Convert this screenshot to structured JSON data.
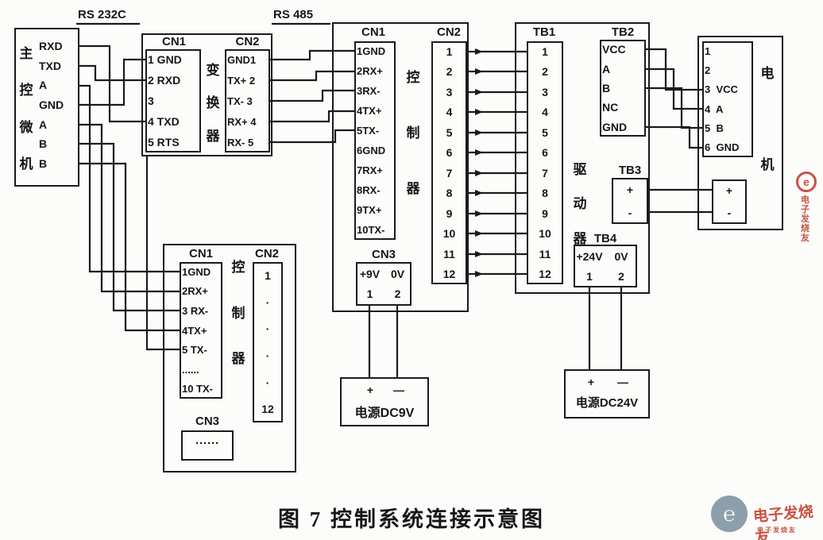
{
  "figure": {
    "title": "图 7    控制系统连接示意图"
  },
  "bus_labels": {
    "rs232c": "RS 232C",
    "rs485": "RS 485"
  },
  "computer": {
    "name_chars": [
      "主",
      "控",
      "微",
      "机"
    ],
    "pins": [
      "RXD",
      "TXD",
      "A",
      "GND",
      "A",
      "B",
      "B"
    ]
  },
  "converter": {
    "cn1": "CN1",
    "cn2": "CN2",
    "name_chars": [
      "变",
      "换",
      "器"
    ],
    "cn1_pins": [
      "1 GND",
      "2 RXD",
      "3",
      "4 TXD",
      "5 RTS"
    ],
    "cn2_pins": [
      "GND1",
      "TX+ 2",
      "TX- 3",
      "RX+ 4",
      "RX- 5"
    ]
  },
  "controller1": {
    "cn1": "CN1",
    "cn2": "CN2",
    "cn3": "CN3",
    "name_chars": [
      "控",
      "制",
      "器"
    ],
    "cn1_pins": [
      "1GND",
      "2RX+",
      "3RX-",
      "4TX+",
      "5TX-",
      "6GND",
      "7RX+",
      "8RX-",
      "9TX+",
      "10TX-"
    ],
    "cn2_pins": [
      "1",
      "2",
      "3",
      "4",
      "5",
      "6",
      "7",
      "8",
      "9",
      "10",
      "11",
      "12"
    ],
    "cn3_row1": [
      "+9V",
      "0V"
    ],
    "cn3_row2": [
      "1",
      "2"
    ]
  },
  "driver": {
    "tb1": "TB1",
    "tb2": "TB2",
    "tb3": "TB3",
    "tb4": "TB4",
    "name_chars": [
      "驱",
      "动",
      "器"
    ],
    "tb1_pins": [
      "1",
      "2",
      "3",
      "4",
      "5",
      "6",
      "7",
      "8",
      "9",
      "10",
      "11",
      "12"
    ],
    "tb2_pins": [
      "VCC",
      "A",
      "B",
      "NC",
      "GND"
    ],
    "tb3_pins": [
      "+",
      "-"
    ],
    "tb4_row1": [
      "+24V",
      "0V"
    ],
    "tb4_row2": [
      "1",
      "2"
    ]
  },
  "motor": {
    "name_chars": [
      "电",
      "机"
    ],
    "pins": [
      "1",
      "2",
      "3  VCC",
      "4  A",
      "5  B",
      "6  GND"
    ],
    "aux_pins": [
      "+",
      "-"
    ]
  },
  "controller2": {
    "cn1": "CN1",
    "cn2": "CN2",
    "cn3": "CN3",
    "name_chars": [
      "控",
      "制",
      "器"
    ],
    "cn1_pins": [
      "1GND",
      "2RX+",
      "3 RX-",
      "4TX+",
      "5 TX-",
      "......",
      "10 TX-"
    ],
    "cn2_pins": [
      "1",
      "·",
      "·",
      "·",
      "·",
      "12"
    ],
    "cn3_text": "······"
  },
  "power_9v": {
    "signs": [
      "+",
      "—"
    ],
    "label": "电源DC9V"
  },
  "power_24v": {
    "signs": [
      "+",
      "—"
    ],
    "label": "电源DC24V"
  },
  "watermark": {
    "text": "电子发烧友"
  }
}
